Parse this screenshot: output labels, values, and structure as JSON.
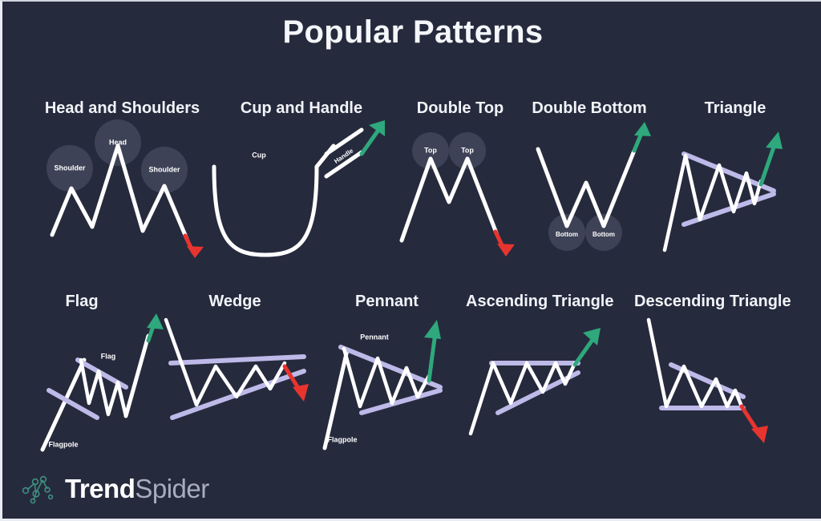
{
  "page": {
    "title": "Popular Patterns",
    "background_color": "#262a3d",
    "border_color": "#e9ecf2"
  },
  "colors": {
    "price_line": "#ffffff",
    "trendline": "#bdb9e8",
    "bullish_arrow": "#2ea87c",
    "bearish_arrow": "#e8342f",
    "badge_fill": "#3e4256",
    "heading_text": "#f1f3f8",
    "brand_accent": "#3f8f7f"
  },
  "row1": [
    {
      "title": "Head and Shoulders",
      "direction": "bearish",
      "arrow_icon": "arrow-down-icon",
      "badges": [
        "Shoulder",
        "Head",
        "Shoulder"
      ]
    },
    {
      "title": "Cup and Handle",
      "direction": "bullish",
      "arrow_icon": "arrow-up-icon",
      "labels": [
        "Cup",
        "Handle"
      ]
    },
    {
      "title": "Double Top",
      "direction": "bearish",
      "arrow_icon": "arrow-down-icon",
      "badges": [
        "Top",
        "Top"
      ]
    },
    {
      "title": "Double Bottom",
      "direction": "bullish",
      "arrow_icon": "arrow-up-icon",
      "badges": [
        "Bottom",
        "Bottom"
      ]
    },
    {
      "title": "Triangle",
      "direction": "bullish",
      "arrow_icon": "arrow-up-icon",
      "badges": []
    }
  ],
  "row2": [
    {
      "title": "Flag",
      "direction": "bullish",
      "arrow_icon": "arrow-up-icon",
      "labels": [
        "Flag",
        "Flagpole"
      ]
    },
    {
      "title": "Wedge",
      "direction": "bearish",
      "arrow_icon": "arrow-down-icon",
      "labels": []
    },
    {
      "title": "Pennant",
      "direction": "bullish",
      "arrow_icon": "arrow-up-icon",
      "labels": [
        "Pennant",
        "Flagpole"
      ]
    },
    {
      "title": "Ascending Triangle",
      "direction": "bullish",
      "arrow_icon": "arrow-up-icon",
      "labels": []
    },
    {
      "title": "Descending Triangle",
      "direction": "bearish",
      "arrow_icon": "arrow-down-icon",
      "labels": []
    }
  ],
  "brand": {
    "name_strong": "Trend",
    "name_light": "Spider",
    "logo_icon": "spider-network-icon"
  }
}
